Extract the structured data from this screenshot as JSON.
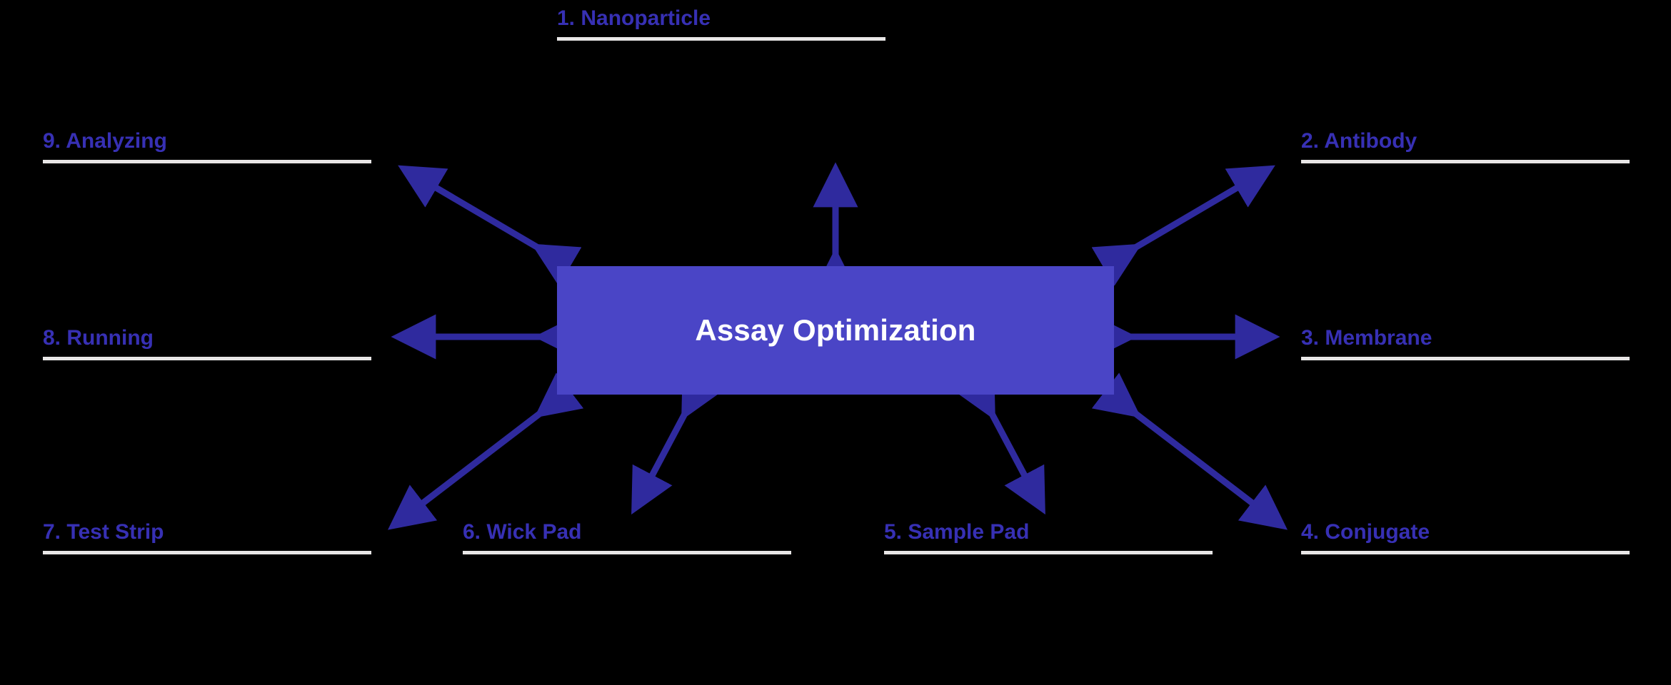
{
  "diagram": {
    "title": "Assay Optimization",
    "center": {
      "label": "Assay Optimization",
      "fill_color": "#4a45c6",
      "text_color": "#ffffff"
    },
    "theme": {
      "background_color": "#000000",
      "label_color": "#3730b4",
      "rule_color": "#e8e6e6",
      "arrow_color": "#2f2a9e"
    },
    "nodes": [
      {
        "id": "node-1",
        "number": "1.",
        "name": "Nanoparticle",
        "label": "1. Nanoparticle",
        "position": "top-center",
        "arrow": "double-vertical"
      },
      {
        "id": "node-2",
        "number": "2.",
        "name": "Antibody",
        "label": "2. Antibody",
        "position": "top-right",
        "arrow": "double-diagonal"
      },
      {
        "id": "node-3",
        "number": "3.",
        "name": "Membrane",
        "label": "3. Membrane",
        "position": "middle-right",
        "arrow": "double-horizontal"
      },
      {
        "id": "node-4",
        "number": "4.",
        "name": "Conjugate",
        "label": "4. Conjugate",
        "position": "bottom-right",
        "arrow": "double-diagonal"
      },
      {
        "id": "node-5",
        "number": "5.",
        "name": "Sample Pad",
        "label": "5. Sample Pad",
        "position": "bottom-center-right",
        "arrow": "double-diagonal"
      },
      {
        "id": "node-6",
        "number": "6.",
        "name": "Wick Pad",
        "label": "6. Wick Pad",
        "position": "bottom-center-left",
        "arrow": "double-diagonal"
      },
      {
        "id": "node-7",
        "number": "7.",
        "name": "Test Strip",
        "label": "7. Test Strip",
        "position": "bottom-left",
        "arrow": "double-diagonal"
      },
      {
        "id": "node-8",
        "number": "8.",
        "name": "Running",
        "label": "8. Running",
        "position": "middle-left",
        "arrow": "double-horizontal"
      },
      {
        "id": "node-9",
        "number": "9.",
        "name": "Analyzing",
        "label": "9. Analyzing",
        "position": "top-left",
        "arrow": "double-diagonal"
      }
    ]
  }
}
